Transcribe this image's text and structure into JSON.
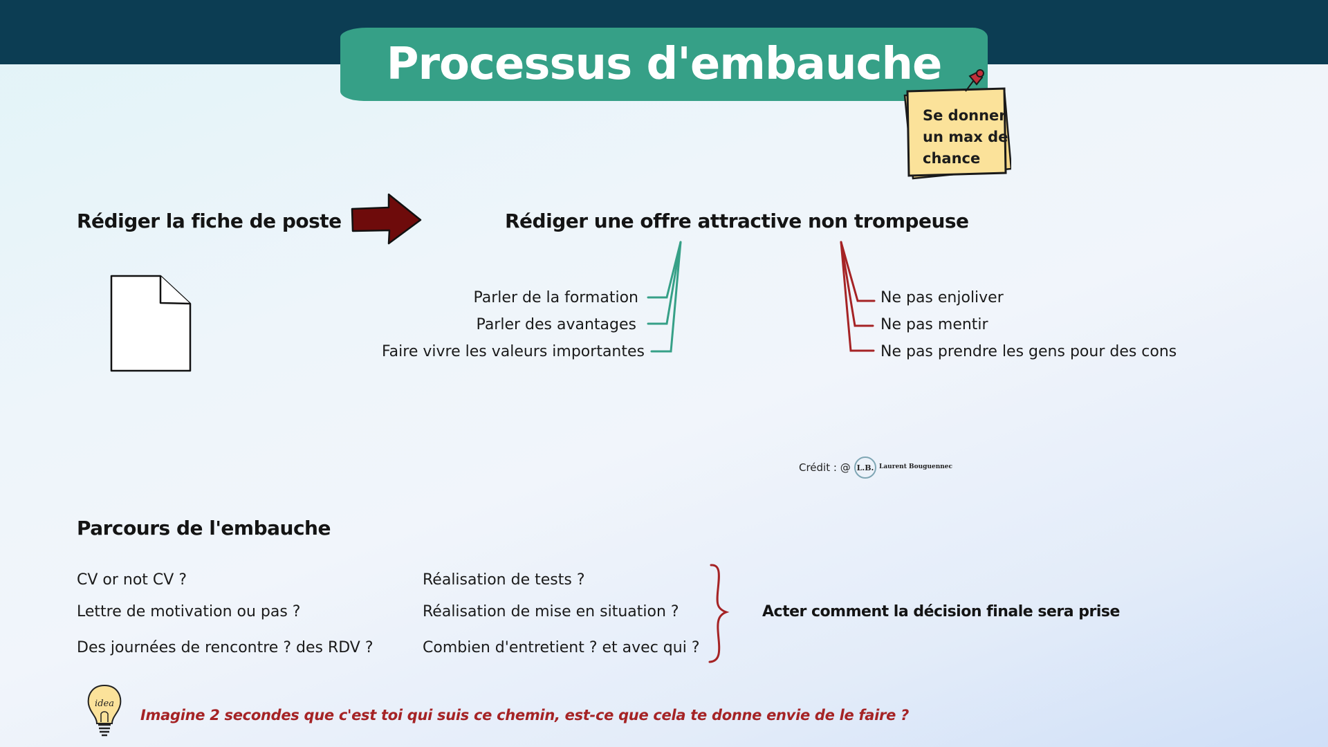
{
  "title": "Processus d'embauche",
  "sticky_note": {
    "lines": [
      "Se donner",
      "un max de",
      "chance"
    ]
  },
  "step1": {
    "heading": "Rédiger la fiche de poste"
  },
  "step2": {
    "heading": "Rédiger une offre attractive non trompeuse",
    "do_items": [
      "Parler de la formation",
      "Parler des avantages",
      "Faire vivre les valeurs importantes"
    ],
    "dont_items": [
      "Ne pas enjoliver",
      "Ne pas mentir",
      "Ne pas prendre les gens pour des cons"
    ]
  },
  "credit": {
    "label": "Crédit : @",
    "logo_initials": "L.B.",
    "name": "Laurent Bouguennec"
  },
  "parcours": {
    "heading": "Parcours de l'embauche",
    "col1": [
      "CV or not CV ?",
      "Lettre de motivation ou pas ?",
      "Des journées de rencontre ? des RDV ?"
    ],
    "col2": [
      "Réalisation de tests ?",
      "Réalisation de mise en situation ?",
      "Combien d'entretient ? et avec qui ?"
    ],
    "conclusion": "Acter comment la décision finale sera prise"
  },
  "tip": {
    "icon_label": "idea",
    "text": "Imagine 2 secondes que c'est toi qui suis ce chemin, est-ce que cela te donne envie de le faire ?"
  },
  "colors": {
    "header": "#0c3d53",
    "accent_green": "#36a087",
    "accent_red": "#a52325",
    "arrow": "#6e0b0b",
    "note": "#fbe29a"
  }
}
